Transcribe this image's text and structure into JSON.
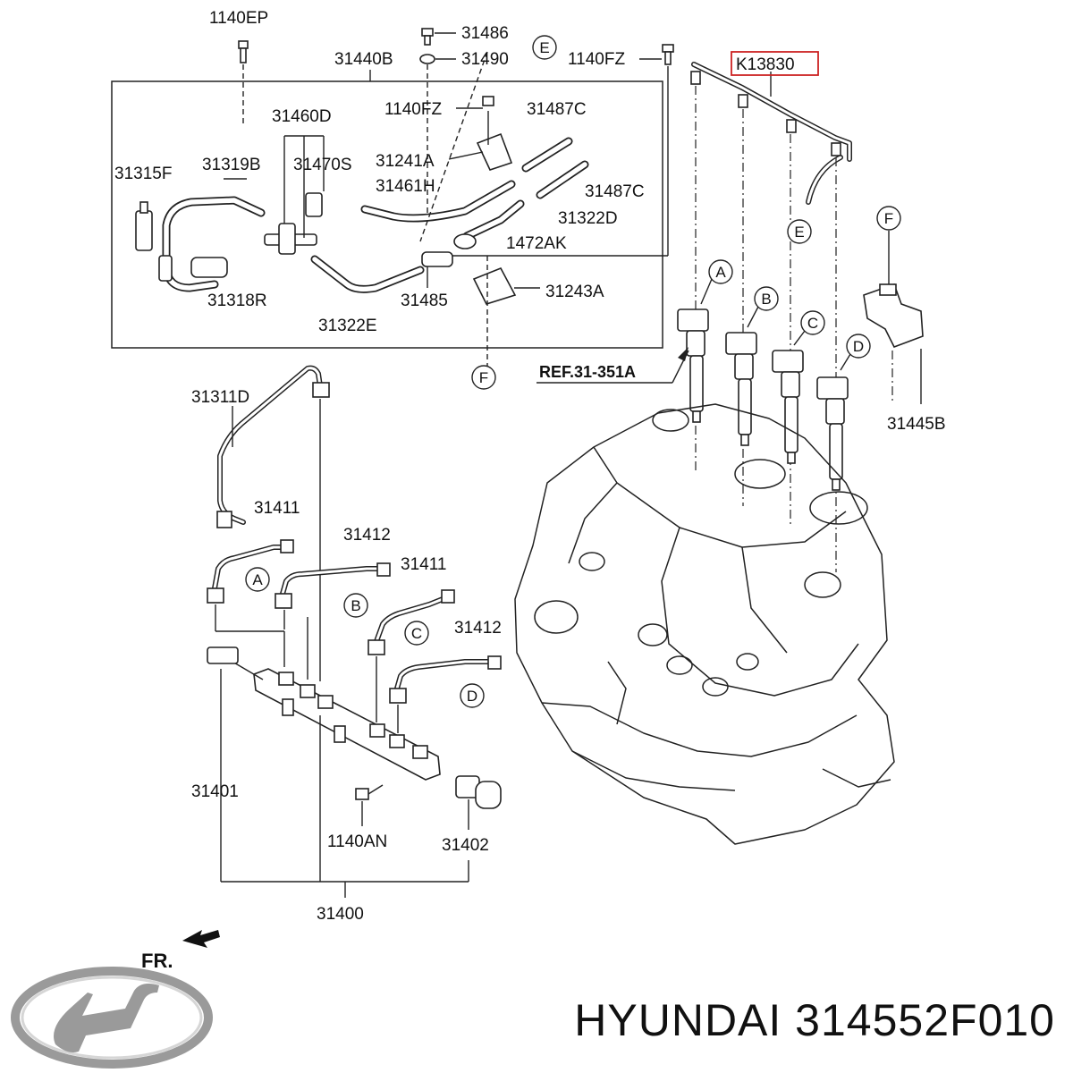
{
  "labels": {
    "l_1140EP": "1140EP",
    "l_31486": "31486",
    "l_31490": "31490",
    "l_31440B": "31440B",
    "l_1140FZ_top": "1140FZ",
    "l_K13830": "K13830",
    "l_31460D": "31460D",
    "l_1140FZ_mid": "1140FZ",
    "l_31487C_a": "31487C",
    "l_31315F": "31315F",
    "l_31319B": "31319B",
    "l_31470S": "31470S",
    "l_31241A": "31241A",
    "l_31461H": "31461H",
    "l_31487C_b": "31487C",
    "l_31322D": "31322D",
    "l_1472AK": "1472AK",
    "l_31318R": "31318R",
    "l_31485": "31485",
    "l_31243A": "31243A",
    "l_31322E": "31322E",
    "l_ref": "REF.31-351A",
    "l_31311D": "31311D",
    "l_31411_a": "31411",
    "l_31412_a": "31412",
    "l_31411_b": "31411",
    "l_31412_b": "31412",
    "l_31445B": "31445B",
    "l_31401": "31401",
    "l_1140AN": "1140AN",
    "l_31402": "31402",
    "l_31400": "31400",
    "l_FR": "FR."
  },
  "callouts": {
    "A": "A",
    "B": "B",
    "C": "C",
    "D": "D",
    "E": "E",
    "F": "F"
  },
  "footer": {
    "brand_text": "HYUNDAI 314552F010",
    "logo_name": "hyundai-logo"
  },
  "colors": {
    "line": "#222222",
    "highlight_box": "#cc2222",
    "logo_silver": "#9a9a9a"
  }
}
